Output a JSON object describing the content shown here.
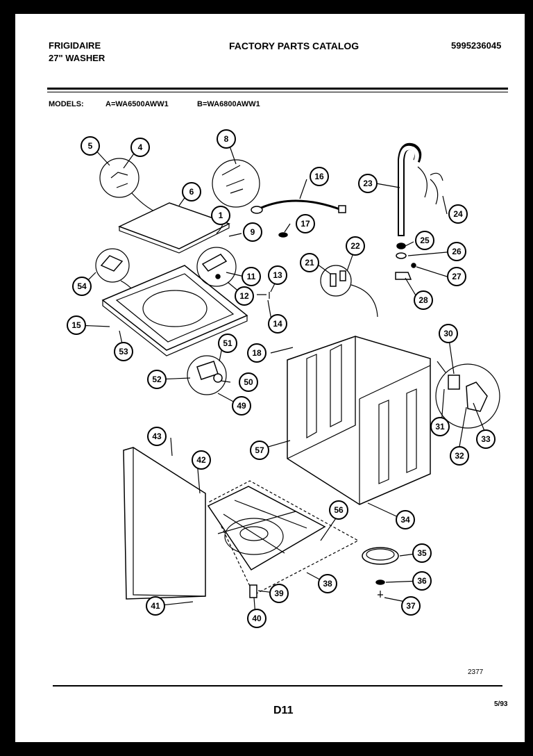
{
  "header": {
    "brand": "FRIGIDAIRE",
    "product": "27\" WASHER",
    "catalog_title": "FACTORY PARTS CATALOG",
    "part_number": "5995236045"
  },
  "models": {
    "label": "MODELS:",
    "model_a": "A=WA6500AWW1",
    "model_b": "B=WA6800AWW1"
  },
  "footer": {
    "diagram_number": "2377",
    "page_code": "D11",
    "date": "5/93"
  },
  "callouts": [
    "5",
    "4",
    "8",
    "6",
    "1",
    "9",
    "16",
    "17",
    "23",
    "24",
    "25",
    "26",
    "27",
    "28",
    "22",
    "21",
    "54",
    "11",
    "12",
    "13",
    "14",
    "15",
    "53",
    "51",
    "52",
    "50",
    "49",
    "18",
    "30",
    "31",
    "32",
    "33",
    "57",
    "34",
    "43",
    "42",
    "56",
    "35",
    "36",
    "37",
    "38",
    "39",
    "40",
    "41"
  ]
}
